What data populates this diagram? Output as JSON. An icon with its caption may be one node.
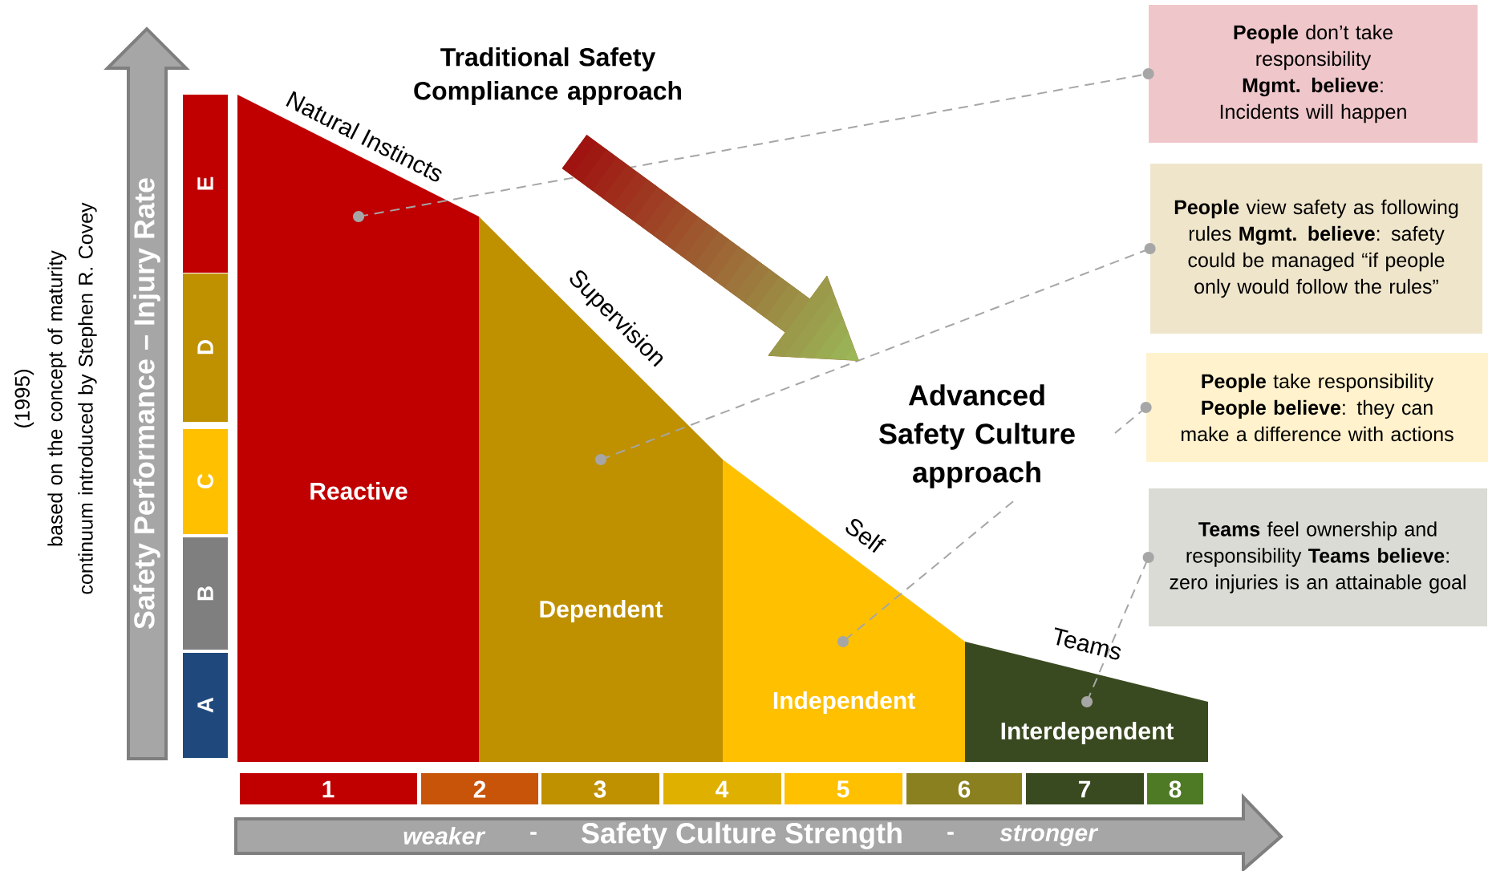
{
  "diagram": {
    "nodes": [
      {
        "text": [
          "Reactive"
        ]
      },
      {
        "text": [
          "Dependent"
        ]
      },
      {
        "text": [
          "Independent"
        ]
      },
      {
        "text": [
          "Interdependent"
        ]
      },
      {
        "text": [
          "**People** don’t take responsibility **Mgmt. believe**: Incidents will happen"
        ]
      },
      {
        "text": [
          "**People** view safety as following rules **Mgmt. believe**: safety could be managed “if people only would follow the rules”"
        ]
      },
      {
        "text": [
          "**People** take responsibility **People believe**: they can make a difference with actions"
        ]
      },
      {
        "text": [
          "**Teams** feel ownership and responsibility **Teams believe**: zero injuries is an attainable goal"
        ]
      },
      {
        "text": [
          "Traditional Safety Compliance approach"
        ]
      },
      {
        "text": [
          "Advanced Safety Culture approach"
        ]
      }
    ],
    "edges": [
      {
        "from": 0,
        "to": 4,
        "arrow": "other",
        "style": "dashed"
      },
      {
        "from": 1,
        "to": 5,
        "arrow": "other",
        "style": "dashed"
      },
      {
        "from": 6,
        "to": null,
        "arrow": "other",
        "style": "dashed"
      },
      {
        "from": 9,
        "to": 2,
        "arrow": "other",
        "style": "dashed"
      },
      {
        "from": 3,
        "to": 7,
        "arrow": "other",
        "style": "dashed"
      },
      {
        "from": 8,
        "to": 9,
        "arrow": "to",
        "style": "thick"
      }
    ],
    "labels": [
      "Natural Instincts",
      "Supervision",
      "Self",
      "Teams",
      "E",
      "D",
      "C",
      "B",
      "A",
      "Safety Performance – Injury Rate",
      "(1995)",
      "based on the concept of maturity continuum introduced by Stephen R. Covey",
      "1",
      "2",
      "3",
      "4",
      "5",
      "6",
      "7",
      "8",
      "weaker",
      "-",
      "Safety Culture Strength",
      "-",
      "stronger"
    ]
  }
}
